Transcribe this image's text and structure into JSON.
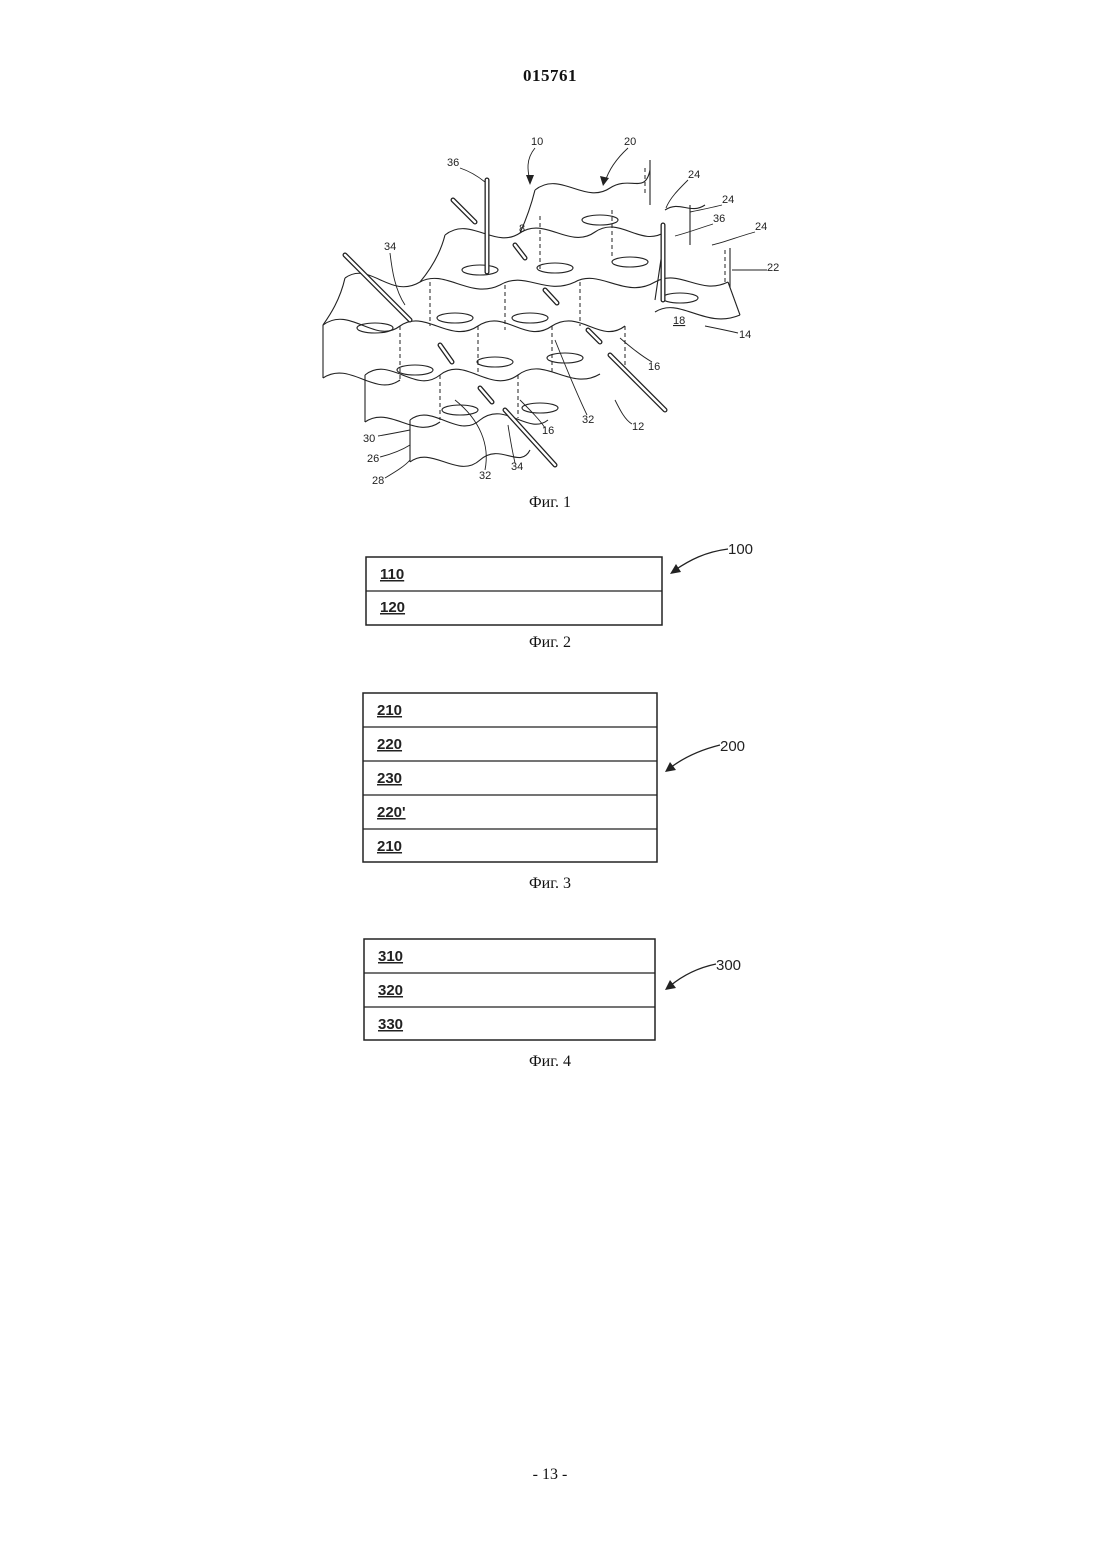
{
  "header": {
    "doc_number": "015761"
  },
  "fig1": {
    "caption": "Фиг. 1",
    "labels": {
      "l10": "10",
      "l20": "20",
      "l36a": "36",
      "l24a": "24",
      "l24b": "24",
      "l36b": "36",
      "l24c": "24",
      "l22": "22",
      "l34a": "34",
      "l8": "8",
      "l18": "18",
      "l14": "14",
      "l16a": "16",
      "l32a": "32",
      "l12": "12",
      "l16b": "16",
      "l30": "30",
      "l26": "26",
      "l28": "28",
      "l32b": "32",
      "l34b": "34"
    }
  },
  "fig2": {
    "caption": "Фиг. 2",
    "ref": "100",
    "layers": [
      "110",
      "120"
    ]
  },
  "fig3": {
    "caption": "Фиг. 3",
    "ref": "200",
    "layers": [
      "210",
      "220",
      "230",
      "220'",
      "210"
    ]
  },
  "fig4": {
    "caption": "Фиг. 4",
    "ref": "300",
    "layers": [
      "310",
      "320",
      "330"
    ]
  },
  "footer": {
    "page_number": "- 13 -"
  }
}
